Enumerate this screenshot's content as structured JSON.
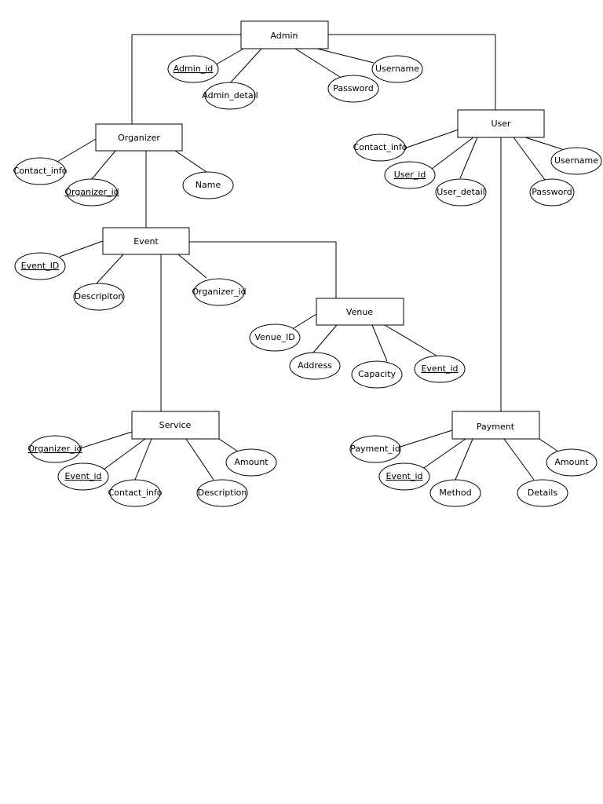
{
  "entities": {
    "admin": "Admin",
    "organizer": "Organizer",
    "user": "User",
    "event": "Event",
    "venue": "Venue",
    "service": "Service",
    "payment": "Payment"
  },
  "attributes": {
    "admin": {
      "admin_id": "Admin_id",
      "admin_detail": "Admin_detail",
      "password": "Password",
      "username": "Username"
    },
    "organizer": {
      "contact_info": "Contact_info",
      "organizer_id": "Organizer_id",
      "name": "Name"
    },
    "user": {
      "contact_info": "Contact_info",
      "user_id": "User_id",
      "user_detail": "User_detail",
      "password": "Password",
      "username": "Username"
    },
    "event": {
      "event_id": "Event_ID",
      "description": "Descripiton",
      "organizer_id": "Organizer_id"
    },
    "venue": {
      "venue_id": "Venue_ID",
      "address": "Address",
      "capacity": "Capacity",
      "event_id": "Event_id"
    },
    "service": {
      "organizer_id": "Organizer_id",
      "event_id": "Event_id",
      "contact_info": "Contact_info",
      "description": "Description",
      "amount": "Amount"
    },
    "payment": {
      "payment_id": "Payment_id",
      "event_id": "Event_id",
      "method": "Method",
      "details": "Details",
      "amount": "Amount"
    }
  }
}
